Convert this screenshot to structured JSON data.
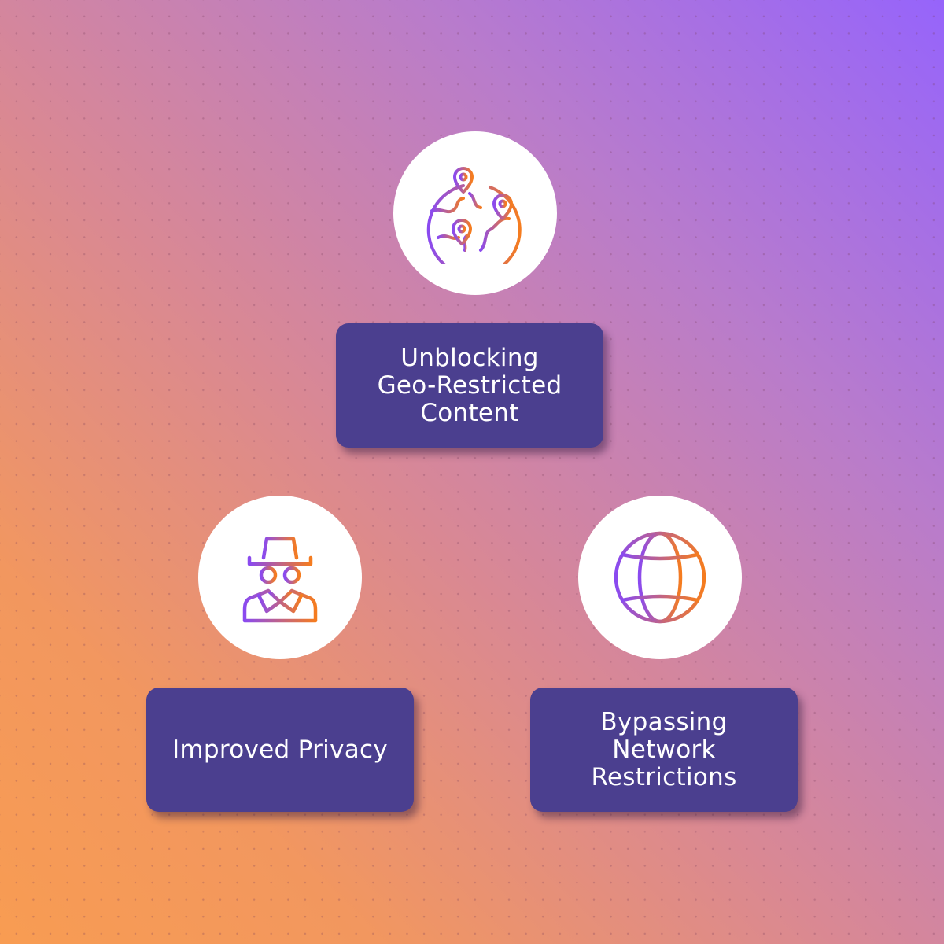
{
  "colors": {
    "gradient_start": "#f89c52",
    "gradient_end": "#9664fb",
    "box_fill": "#4b3f8f",
    "icon_gradient_start": "#8a4af0",
    "icon_gradient_end": "#f57c1f"
  },
  "nodes": [
    {
      "id": "top",
      "icon": "globe-map-pins-icon",
      "label": "Unblocking\nGeo-Restricted\nContent"
    },
    {
      "id": "left",
      "icon": "incognito-spy-icon",
      "label": "Improved Privacy"
    },
    {
      "id": "right",
      "icon": "globe-grid-icon",
      "label": "Bypassing\nNetwork\nRestrictions"
    }
  ]
}
